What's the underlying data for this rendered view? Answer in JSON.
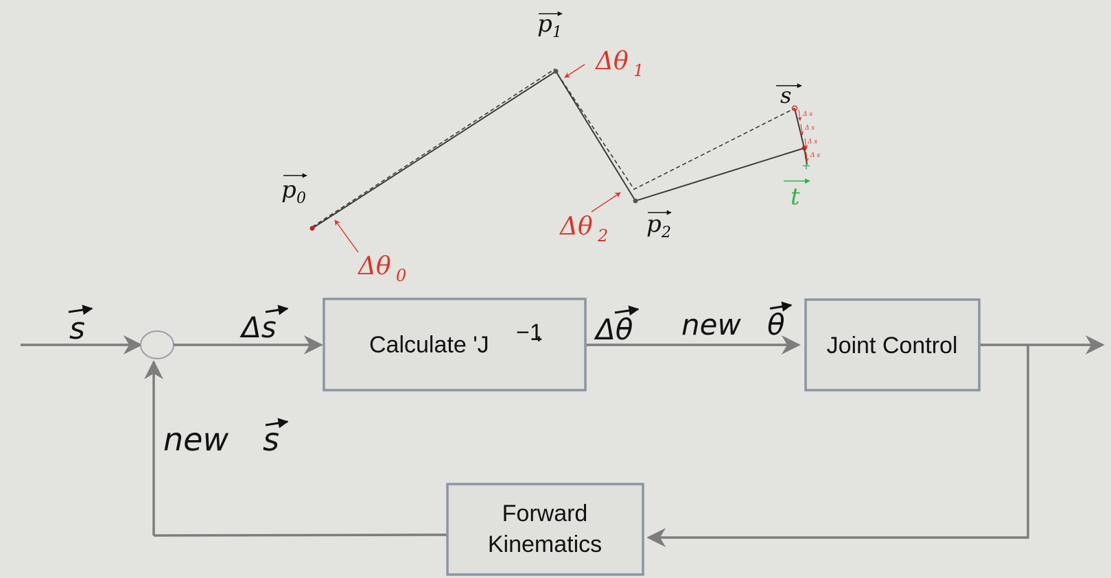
{
  "colors": {
    "background": "#e3e3df",
    "box_fill": "#e0e0dc",
    "box_border": "#8c95a2",
    "flow_line": "#7d7d7d",
    "arm_line": "#3c3c3c",
    "theta_red": "#d8362a",
    "target_green": "#2fb34a"
  },
  "arm_diagram": {
    "point_labels": {
      "p0": "p",
      "p0_sub": "0",
      "p1": "p",
      "p1_sub": "1",
      "p2": "p",
      "p2_sub": "2"
    },
    "end_effector_label": "s",
    "target_label": "t",
    "angle_labels": {
      "theta0": "Δθ",
      "theta0_sub": "0",
      "theta1": "Δθ",
      "theta1_sub": "1",
      "theta2": "Δθ",
      "theta2_sub": "2"
    },
    "step_label": "Δ s"
  },
  "block_diagram": {
    "input_label": "s",
    "delta_s_label": "Δs",
    "calculate_box": {
      "label": "Calculate 'J",
      "exponent": "−1",
      "suffix": "'"
    },
    "delta_theta_label": "Δθ",
    "new_theta_label": "new",
    "new_theta_symbol": "θ",
    "joint_control_box": "Joint Control",
    "forward_kinematics_box": {
      "line1": "Forward",
      "line2": "Kinematics"
    },
    "feedback_label": "new",
    "feedback_symbol": "s"
  }
}
